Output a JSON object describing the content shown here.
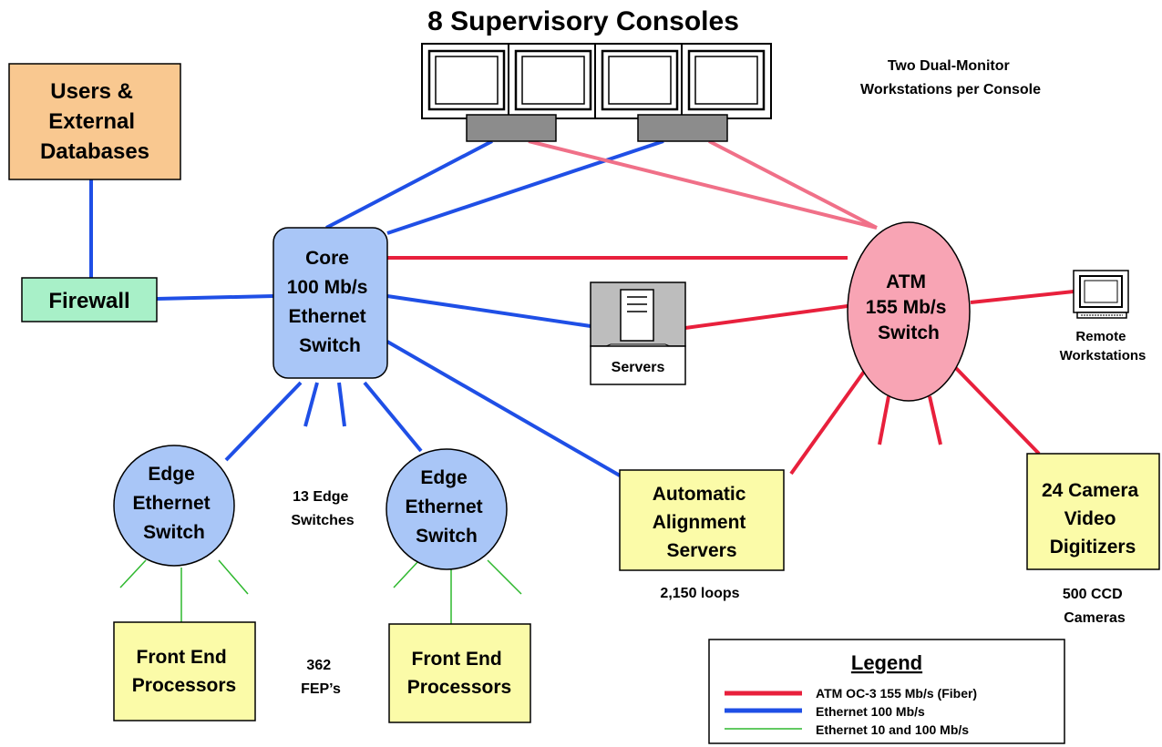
{
  "title": "8 Supervisory Consoles",
  "console_note": [
    "Two Dual-Monitor",
    "Workstations per Console"
  ],
  "nodes": {
    "users": [
      "Users &",
      "External",
      "Databases"
    ],
    "firewall": [
      "Firewall"
    ],
    "core_switch": [
      "Core",
      "100 Mb/s",
      "Ethernet",
      "Switch"
    ],
    "atm_switch": [
      "ATM",
      "155 Mb/s",
      "Switch"
    ],
    "servers": [
      "Servers"
    ],
    "remote": [
      "Remote",
      "Workstations"
    ],
    "edge_switch_1": [
      "Edge",
      "Ethernet",
      "Switch"
    ],
    "edge_switch_2": [
      "Edge",
      "Ethernet",
      "Switch"
    ],
    "alignment": [
      "Automatic",
      "Alignment",
      "Servers"
    ],
    "video": [
      "24 Camera",
      "Video",
      "Digitizers"
    ],
    "fep_1": [
      "Front End",
      "Processors"
    ],
    "fep_2": [
      "Front End",
      "Processors"
    ]
  },
  "annotations": {
    "edge_count": [
      "13 Edge",
      "Switches"
    ],
    "fep_count": [
      "362",
      "FEP’s"
    ],
    "loops": [
      "2,150 loops"
    ],
    "cameras": [
      "500 CCD",
      "Cameras"
    ]
  },
  "legend": {
    "title": "Legend",
    "items": [
      {
        "label": "ATM OC-3 155 Mb/s (Fiber)",
        "color": "#e8203c",
        "style": "thick"
      },
      {
        "label": "Ethernet 100 Mb/s",
        "color": "#1f4fe6",
        "style": "thick"
      },
      {
        "label": "Ethernet 10 and 100  Mb/s",
        "color": "#2eb82e",
        "style": "thin"
      }
    ]
  },
  "colors": {
    "atm": "#e8203c",
    "atm_light": "#f07088",
    "ethernet": "#1f4fe6",
    "ethernet_10": "#2eb82e",
    "users_fill": "#f9c890",
    "firewall_fill": "#a8f0c8",
    "switch_fill": "#a9c6f7",
    "atm_fill": "#f8a4b4",
    "yellow_fill": "#fbfba8",
    "server_fill": "#bdbdbd"
  }
}
